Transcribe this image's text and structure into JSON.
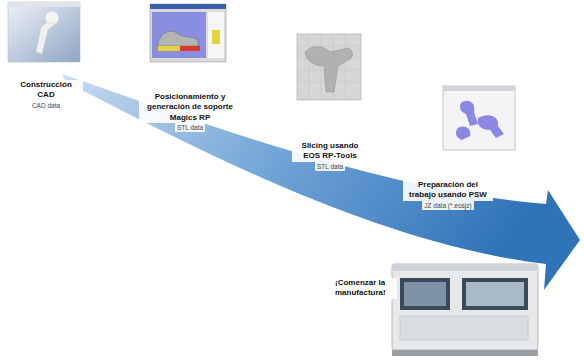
{
  "diagram": {
    "nodes": [
      {
        "text": [
          "Construcción CAD",
          "CAD data"
        ]
      },
      {
        "text": [
          "Posicionamiento y generación de soporte Magics RP",
          "STL data"
        ]
      },
      {
        "text": [
          "Slicing usando EOS RP-Tools",
          "STL data"
        ]
      },
      {
        "text": [
          "Preparación del trabajo usando PSW",
          "JZ data (*.eosjz)"
        ]
      },
      {
        "text": [
          "¡Comenzar la manufactura!"
        ]
      }
    ]
  }
}
